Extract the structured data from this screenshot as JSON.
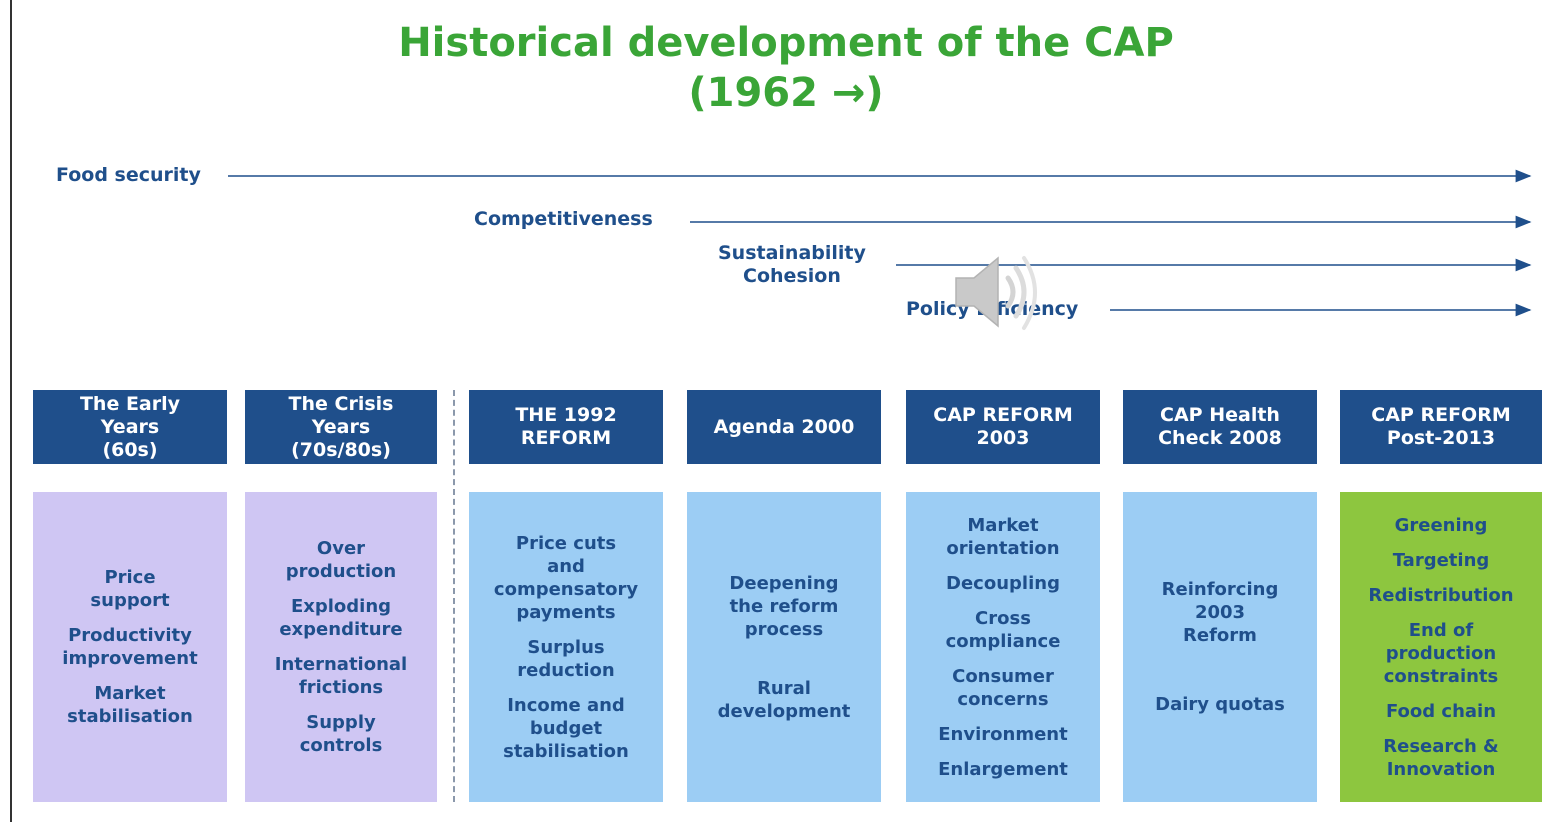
{
  "title": {
    "line1": "Historical development of the CAP",
    "line2": "(1962 →)"
  },
  "colors": {
    "title": "#3aa537",
    "navy": "#1f4f8b",
    "lavender": "#cfc6f3",
    "light_blue": "#9ccdf4",
    "green": "#8dc63f"
  },
  "themes": [
    {
      "label": "Food security"
    },
    {
      "label": "Competitiveness"
    },
    {
      "label": "Sustainability\nCohesion"
    },
    {
      "label": "Policy Efficiency"
    }
  ],
  "speaker_icon": "speaker-volume-icon",
  "columns": [
    {
      "header": "The Early\nYears\n(60s)",
      "items": [
        "Price\nsupport",
        "Productivity\nimprovement",
        "Market\nstabilisation"
      ]
    },
    {
      "header": "The Crisis\nYears\n(70s/80s)",
      "items": [
        "Over\nproduction",
        "Exploding\nexpenditure",
        "International\nfrictions",
        "Supply\ncontrols"
      ]
    },
    {
      "header": "THE 1992\nREFORM",
      "items": [
        "Price cuts\nand\ncompensatory\npayments",
        "Surplus\nreduction",
        "Income and\nbudget\nstabilisation"
      ]
    },
    {
      "header": "Agenda 2000",
      "items": [
        "Deepening\nthe reform\nprocess",
        "Rural\ndevelopment"
      ]
    },
    {
      "header": "CAP REFORM\n2003",
      "items": [
        "Market\norientation",
        "Decoupling",
        "Cross\ncompliance",
        "Consumer\nconcerns",
        "Environment",
        "Enlargement"
      ]
    },
    {
      "header": "CAP Health\nCheck 2008",
      "items": [
        "Reinforcing\n2003\nReform",
        "Dairy quotas"
      ]
    },
    {
      "header": "CAP REFORM\nPost-2013",
      "items": [
        "Greening",
        "Targeting",
        "Redistribution",
        "End of\nproduction\nconstraints",
        "Food chain",
        "Research &\nInnovation"
      ]
    }
  ]
}
